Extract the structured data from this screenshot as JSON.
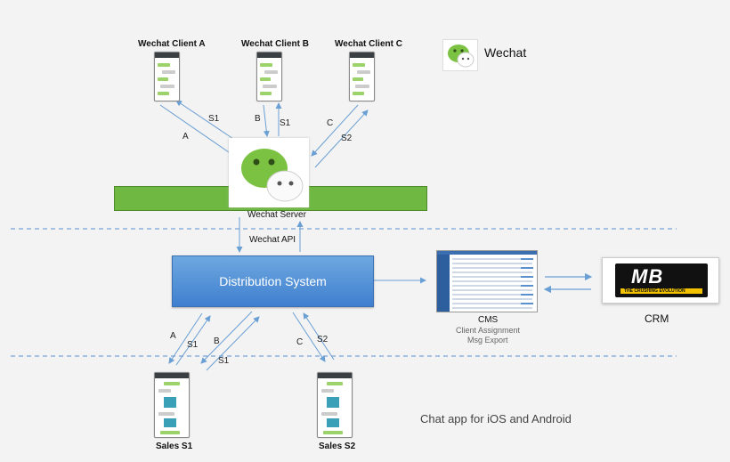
{
  "clients": {
    "a": "Wechat Client A",
    "b": "Wechat Client B",
    "c": "Wechat Client C"
  },
  "legend": {
    "wechat": "Wechat"
  },
  "server": {
    "label": "Wechat Server"
  },
  "api": {
    "label": "Wechat API"
  },
  "distribution": {
    "label": "Distribution System"
  },
  "cms": {
    "title": "CMS",
    "line1": "Client Assignment",
    "line2": "Msg Export"
  },
  "crm": {
    "label": "CRM",
    "logo_text": "MB",
    "logo_tagline": "THE CRUSHING EVOLUTION"
  },
  "sales": {
    "s1": "Sales S1",
    "s2": "Sales S2"
  },
  "chat_app": "Chat app for iOS and Android",
  "arrows_top": {
    "a": "A",
    "s1_a": "S1",
    "b": "B",
    "s1_b": "S1",
    "c": "C",
    "s2": "S2"
  },
  "arrows_bottom": {
    "a": "A",
    "s1_a": "S1",
    "b": "B",
    "s1_b": "S1",
    "c": "C",
    "s2": "S2"
  },
  "colors": {
    "green": "#6fb841",
    "blue": "#4a89d8",
    "arrow": "#6a9fd4",
    "dash": "#5b8fd0",
    "crm_yellow": "#f2c200"
  }
}
